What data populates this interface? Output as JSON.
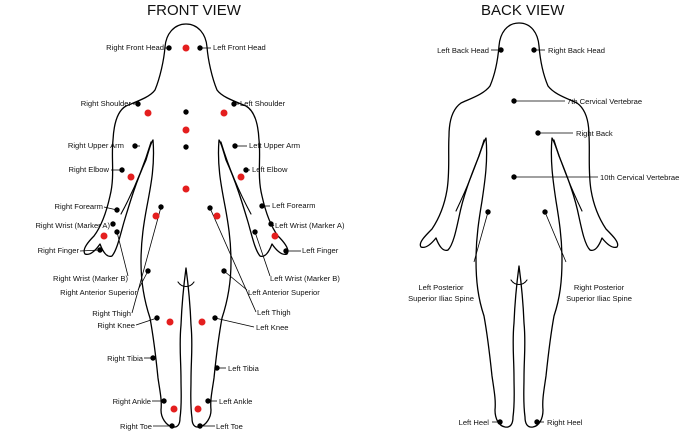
{
  "front_view": {
    "title": "FRONT VIEW",
    "labels": {
      "right_front_head": "Right Front Head",
      "left_front_head": "Left Front Head",
      "right_shoulder": "Right Shoulder",
      "left_shoulder": "Left Shoulder",
      "right_upper_arm": "Right Upper Arm",
      "left_upper_arm": "Left Upper Arm",
      "right_elbow": "Right Elbow",
      "left_elbow": "Left Elbow",
      "right_forearm": "Right Forearm",
      "left_forearm": "Left Forearm",
      "right_wrist_a": "Right Wrist (Marker A)",
      "left_wrist_a": "Left Wrist (Marker A)",
      "right_finger": "Right Finger",
      "left_finger": "Left Finger",
      "right_wrist_b": "Right Wrist (Marker B)",
      "left_wrist_b": "Left Wrist (Marker B)",
      "right_anterior_superior": "Right Anterior Superior",
      "left_anterior_superior": "Left Anterior Superior",
      "right_thigh": "Right Thigh",
      "left_thigh": "Left Thigh",
      "right_knee": "Right Knee",
      "left_knee": "Left Knee",
      "right_tibia": "Right Tibia",
      "left_tibia": "Left Tibia",
      "right_ankle": "Right Ankle",
      "left_ankle": "Left Ankle",
      "right_toe": "Right Toe",
      "left_toe": "Left Toe"
    }
  },
  "back_view": {
    "title": "BACK VIEW",
    "labels": {
      "left_back_head": "Left Back Head",
      "right_back_head": "Right Back Head",
      "c7": "7th Cervical Vertebrae",
      "right_back": "Right Back",
      "t10": "10th Cervical Vertebrae",
      "left_psis_1": "Left Posterior",
      "left_psis_2": "Superior Iliac Spine",
      "right_psis_1": "Right Posterior",
      "right_psis_2": "Superior Iliac Spine",
      "left_heel": "Left Heel",
      "right_heel": "Right Heel"
    }
  },
  "colors": {
    "labeled_marker": "#000000",
    "additional_marker": "#e41e1e",
    "outline": "#000000"
  }
}
